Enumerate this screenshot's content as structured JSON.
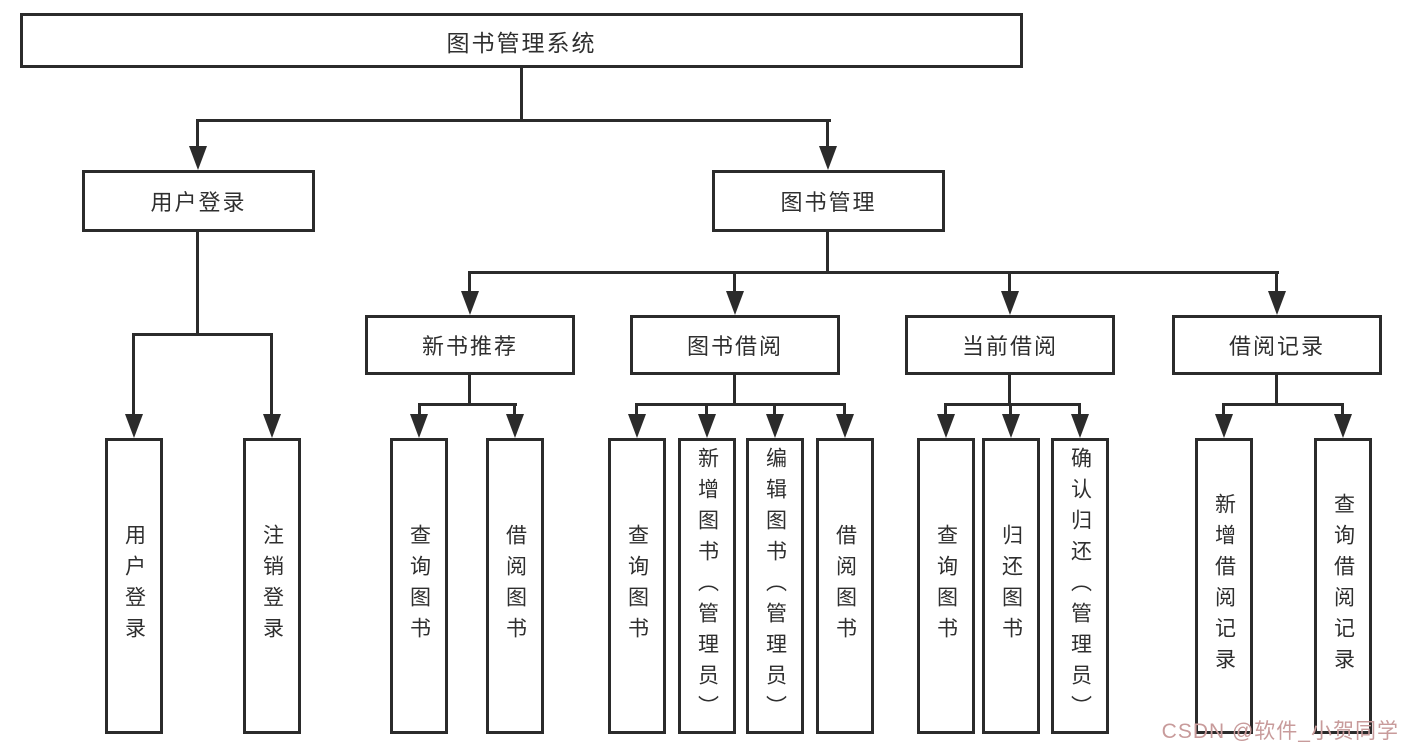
{
  "tree": {
    "root": {
      "label": "图书管理系统"
    },
    "user_login": {
      "label": "用户登录",
      "children": [
        {
          "label": "用户登录"
        },
        {
          "label": "注销登录"
        }
      ]
    },
    "book_mgmt": {
      "label": "图书管理"
    },
    "new_books": {
      "label": "新书推荐",
      "children": [
        {
          "label": "查询图书"
        },
        {
          "label": "借阅图书"
        }
      ]
    },
    "borrowing": {
      "label": "图书借阅",
      "children": [
        {
          "label": "查询图书"
        },
        {
          "label": "新增图书（管理员）"
        },
        {
          "label": "编辑图书（管理员）"
        },
        {
          "label": "借阅图书"
        }
      ]
    },
    "current_borrow": {
      "label": "当前借阅",
      "children": [
        {
          "label": "查询图书"
        },
        {
          "label": "归还图书"
        },
        {
          "label": "确认归还（管理员）"
        }
      ]
    },
    "borrow_records": {
      "label": "借阅记录",
      "children": [
        {
          "label": "新增借阅记录"
        },
        {
          "label": "查询借阅记录"
        }
      ]
    }
  },
  "watermark": "CSDN @软件_小贺同学",
  "colors": {
    "line": "#2b2b2b",
    "text": "#2f2f2f",
    "watermark": "#c89b9b",
    "background": "#ffffff"
  }
}
